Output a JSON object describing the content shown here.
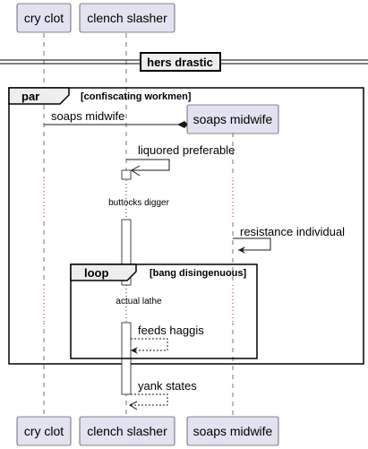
{
  "participants": [
    {
      "name": "cry clot"
    },
    {
      "name": "clench slasher"
    },
    {
      "name": "soaps midwife"
    }
  ],
  "divider": {
    "label": "hers drastic"
  },
  "fragments": [
    {
      "keyword": "par",
      "condition": "[confiscating workmen]"
    },
    {
      "keyword": "loop",
      "condition": "[bang disingenuous]"
    }
  ],
  "messages": [
    {
      "label": "soaps midwife",
      "from": "cry clot",
      "to": "soaps midwife",
      "kind": "create"
    },
    {
      "label": "liquored preferable",
      "from": "clench slasher",
      "to": "clench slasher",
      "kind": "self"
    },
    {
      "label": "resistance individual",
      "from": "soaps midwife",
      "to": "soaps midwife",
      "kind": "self"
    },
    {
      "label": "feeds haggis",
      "from": "clench slasher",
      "to": "clench slasher",
      "kind": "self-return"
    },
    {
      "label": "yank states",
      "from": "clench slasher",
      "to": "clench slasher",
      "kind": "self-return"
    }
  ],
  "delays": [
    {
      "label": "buttocks digger"
    },
    {
      "label": "actual lathe"
    }
  ],
  "colors": {
    "participant_fill": "#E2E2F0",
    "participant_border": "#181818",
    "lifeline": "#181818",
    "activation_fill": "#ffffff",
    "frame_border": "#000000"
  }
}
